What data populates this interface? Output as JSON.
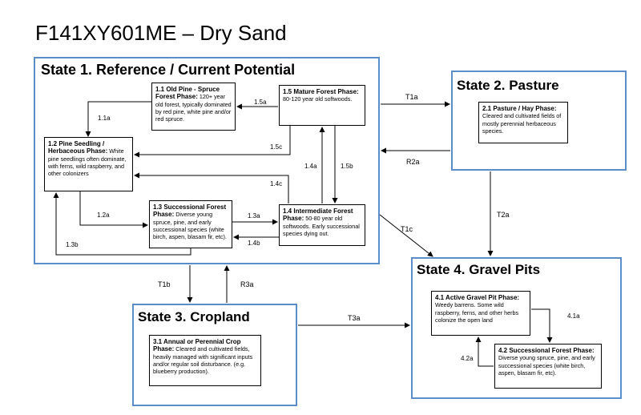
{
  "title": "F141XY601ME – Dry Sand",
  "states": {
    "s1": {
      "title": "State 1. Reference / Current Potential"
    },
    "s2": {
      "title": "State 2. Pasture"
    },
    "s3": {
      "title": "State 3. Cropland"
    },
    "s4": {
      "title": "State 4. Gravel Pits"
    }
  },
  "phases": {
    "p11": {
      "name": "1.1 Old Pine - Spruce Forest Phase:",
      "desc": " 120+ year old forest, typically dominated by red pine, white pine and/or red spruce."
    },
    "p12": {
      "name": "1.2 Pine Seedling / Herbaceous Phase:",
      "desc": " White pine seedlings often dominate, with ferns, wild raspberry, and other colonizers"
    },
    "p13": {
      "name": "1.3 Successional Forest Phase:",
      "desc": " Diverse young spruce, pine, and early successional species (white birch, aspen, blasam fir, etc)."
    },
    "p14": {
      "name": "1.4 Intermediate Forest Phase:",
      "desc": " 50-80 year old softwoods.  Early successional species dying out."
    },
    "p15": {
      "name": "1.5 Mature Forest Phase:",
      "desc": " 80-120 year old softwoods."
    },
    "p21": {
      "name": "2.1 Pasture / Hay Phase:",
      "desc": " Cleared and cultivated fields of mostly perennial herbaceous species."
    },
    "p31": {
      "name": "3.1 Annual or Perennial Crop Phase:",
      "desc": " Cleared and cultivated fields, heavily managed with significant inputs and/or regular soil disturbance. (e.g. blueberry production)."
    },
    "p41": {
      "name": "4.1 Active Gravel Pit Phase:",
      "desc": " Weedy barrens. Some wild raspberry, ferns, and other herbs colonize the open land"
    },
    "p42": {
      "name": "4.2 Successional Forest Phase:",
      "desc": " Diverse young spruce, pine, and early successional species (white birch, aspen, blasam fir, etc)."
    }
  },
  "transitions": {
    "t1a": "1.1a",
    "t1b": "1.2a",
    "t1c": "1.3a",
    "t1d": "1.3b",
    "t1e": "1.4a",
    "t1f": "1.4b",
    "t1g": "1.4c",
    "t1h": "1.5a",
    "t1i": "1.5b",
    "t1j": "1.5c",
    "T1a": "T1a",
    "R2a": "R2a",
    "T2a": "T2a",
    "T1c": "T1c",
    "T1b": "T1b",
    "R3a": "R3a",
    "T3a": "T3a",
    "t4a": "4.1a",
    "t4b": "4.2a"
  },
  "colors": {
    "state_border": "#5b8ec9",
    "phase_border": "#000000",
    "arrow": "#000000"
  }
}
